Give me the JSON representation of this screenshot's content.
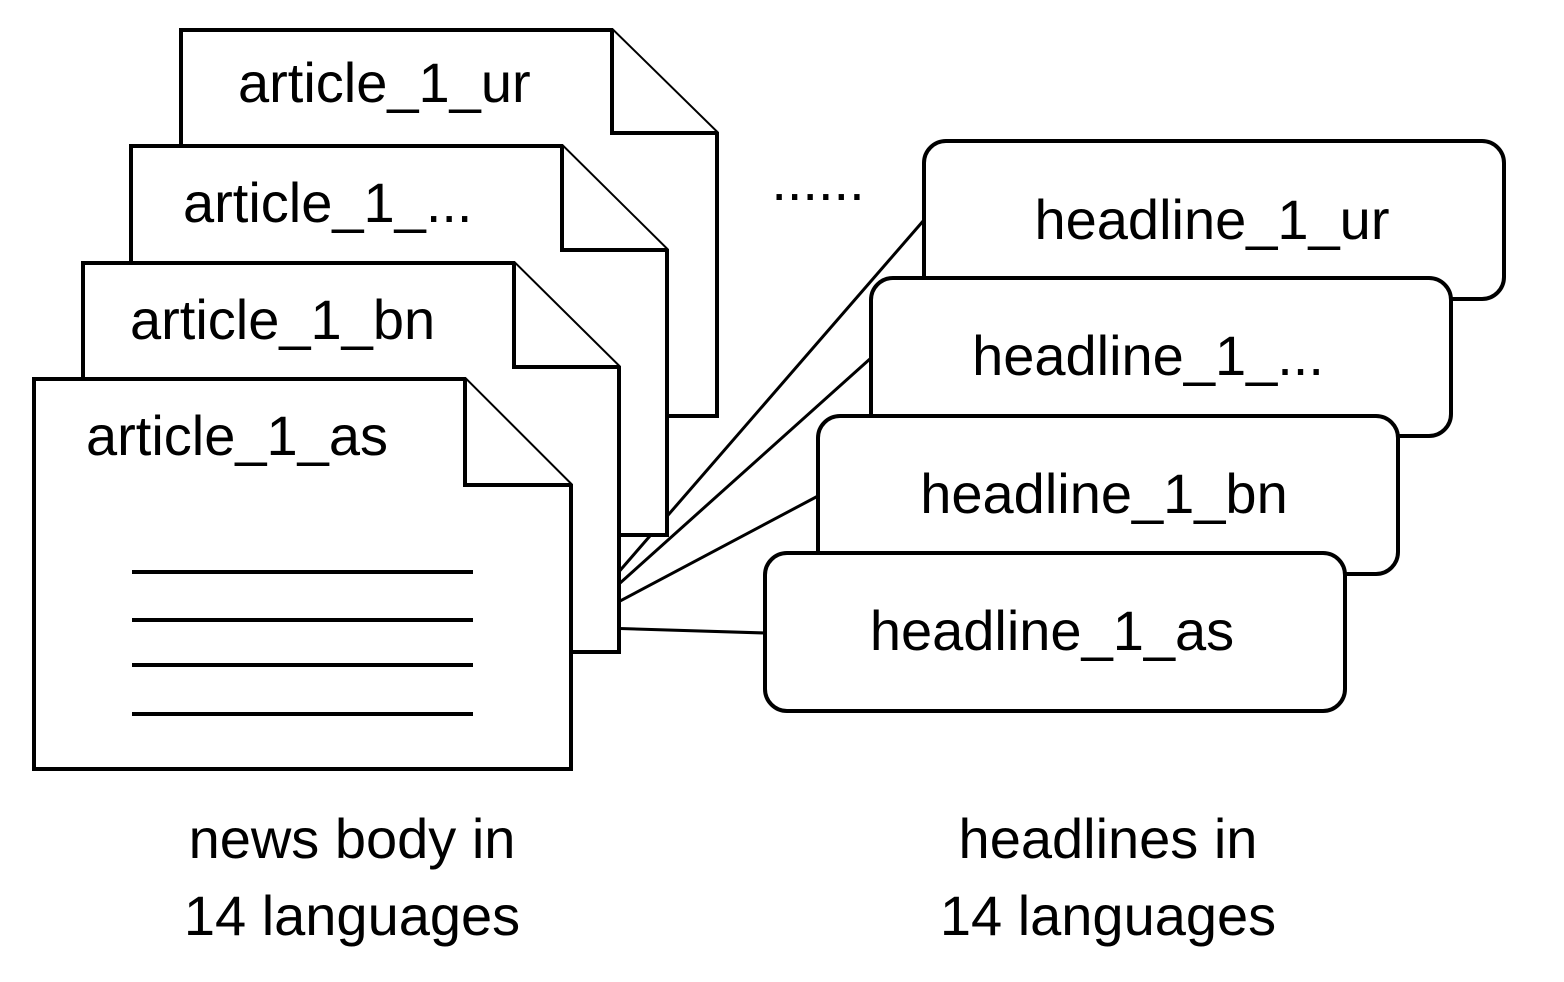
{
  "documents": [
    {
      "label": "article_1_ur"
    },
    {
      "label": "article_1_..."
    },
    {
      "label": "article_1_bn"
    },
    {
      "label": "article_1_as"
    }
  ],
  "headlines": [
    {
      "label": "headline_1_ur"
    },
    {
      "label": "headline_1_..."
    },
    {
      "label": "headline_1_bn"
    },
    {
      "label": "headline_1_as"
    }
  ],
  "ellipsis": "......",
  "captions": {
    "news_body": [
      "news body in",
      "14 languages"
    ],
    "headlines": [
      "headlines in",
      "14 languages"
    ]
  }
}
